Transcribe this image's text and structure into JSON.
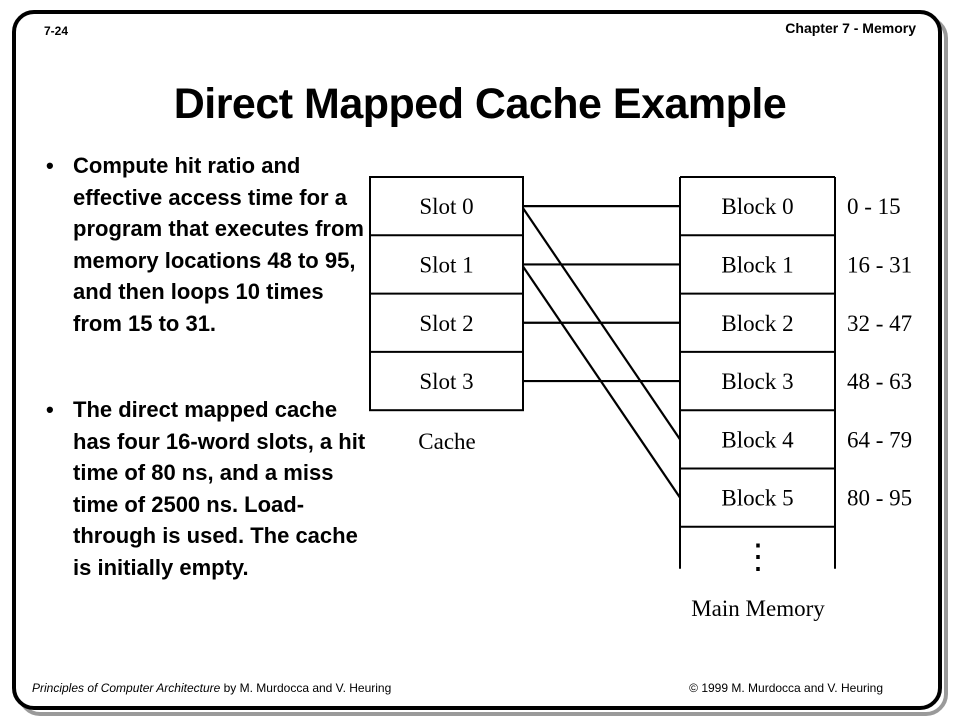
{
  "header": {
    "page_number": "7-24",
    "chapter": "Chapter 7 - Memory"
  },
  "title": "Direct Mapped Cache Example",
  "bullets": [
    {
      "text": "Compute hit ratio and effective access time for a program that executes from memory locations 48 to 95, and then loops 10 times from 15 to 31."
    },
    {
      "text": "The direct mapped cache has four 16-word slots, a hit time of 80 ns, and a miss time of 2500 ns. Load-through is used. The cache is initially empty."
    }
  ],
  "bullet_symbol": "•",
  "diagram": {
    "cache_label": "Cache",
    "memory_label": "Main Memory",
    "ellipsis": "⋮",
    "slots": [
      "Slot 0",
      "Slot 1",
      "Slot 2",
      "Slot 3"
    ],
    "blocks": [
      {
        "name": "Block 0",
        "range": "0 - 15"
      },
      {
        "name": "Block 1",
        "range": "16 - 31"
      },
      {
        "name": "Block 2",
        "range": "32 - 47"
      },
      {
        "name": "Block 3",
        "range": "48 - 63"
      },
      {
        "name": "Block 4",
        "range": "64 - 79"
      },
      {
        "name": "Block 5",
        "range": "80 - 95"
      }
    ],
    "mappings": [
      {
        "slot": 0,
        "block": 0
      },
      {
        "slot": 1,
        "block": 1
      },
      {
        "slot": 2,
        "block": 2
      },
      {
        "slot": 3,
        "block": 3
      },
      {
        "slot": 0,
        "block": 4
      },
      {
        "slot": 1,
        "block": 5
      }
    ]
  },
  "footer": {
    "book_title": "Principles of Computer Architecture",
    "authors": " by M. Murdocca and V. Heuring",
    "copyright": "© 1999 M. Murdocca and V. Heuring"
  }
}
